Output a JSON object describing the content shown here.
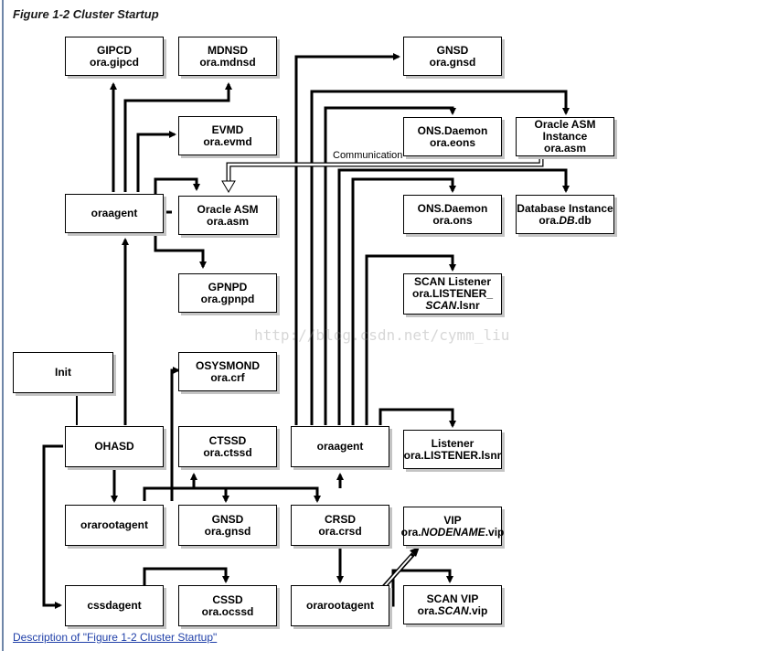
{
  "figure_title": "Figure 1-2 Cluster Startup",
  "communication_label": "Communication",
  "watermark": "http://blog.csdn.net/cymm_liu",
  "description_link": "Description of \"Figure 1-2 Cluster Startup\"",
  "nodes": {
    "gipcd": {
      "line1": "GIPCD",
      "line2": "ora.gipcd"
    },
    "mdnsd": {
      "line1": "MDNSD",
      "line2": "ora.mdnsd"
    },
    "evmd": {
      "line1": "EVMD",
      "line2": "ora.evmd"
    },
    "oraagent_top": {
      "line1": "oraagent"
    },
    "asm_left": {
      "line1": "Oracle ASM",
      "line2": "ora.asm"
    },
    "gpnpd": {
      "line1": "GPNPD",
      "line2": "ora.gpnpd"
    },
    "init": {
      "line1": "Init"
    },
    "osysmond": {
      "line1": "OSYSMOND",
      "line2": "ora.crf"
    },
    "ohasd": {
      "line1": "OHASD"
    },
    "ctssd": {
      "line1": "CTSSD",
      "line2": "ora.ctssd"
    },
    "orarootagent_left": {
      "line1": "orarootagent"
    },
    "gnsd_bottom": {
      "line1": "GNSD",
      "line2": "ora.gnsd"
    },
    "crsd": {
      "line1": "CRSD",
      "line2": "ora.crsd"
    },
    "cssdagent": {
      "line1": "cssdagent"
    },
    "cssd": {
      "line1": "CSSD",
      "line2": "ora.ocssd"
    },
    "orarootagent_right": {
      "line1": "orarootagent"
    },
    "gnsd_top": {
      "line1": "GNSD",
      "line2": "ora.gnsd"
    },
    "ons_eons": {
      "line1": "ONS.Daemon",
      "line2": "ora.eons"
    },
    "asm_instance": {
      "line1": "Oracle ASM",
      "line2": "Instance",
      "line3": "ora.asm"
    },
    "ons_ons": {
      "line1": "ONS.Daemon",
      "line2": "ora.ons"
    },
    "db_instance": {
      "line1": "Database Instance",
      "line2_pre": "ora.",
      "line2_em": "DB",
      "line2_post": ".db"
    },
    "scan_listener": {
      "line1": "SCAN Listener",
      "line2": "ora.LISTENER_",
      "line3_em": "SCAN",
      "line3_post": ".lsnr"
    },
    "oraagent_mid": {
      "line1": "oraagent"
    },
    "listener": {
      "line1": "Listener",
      "line2": "ora.LISTENER.lsnr"
    },
    "vip": {
      "line1": "VIP",
      "line2_pre": "ora.",
      "line2_em": "NODENAME",
      "line2_post": ".vip"
    },
    "scan_vip": {
      "line1": "SCAN VIP",
      "line2_pre": "ora.",
      "line2_em": "SCAN",
      "line2_post": ".vip"
    }
  }
}
